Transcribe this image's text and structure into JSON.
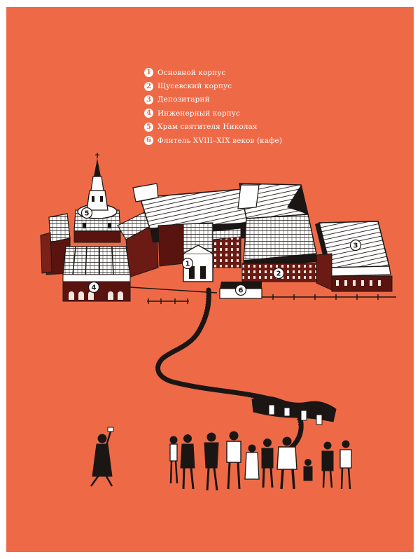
{
  "colors": {
    "background": "#ee6a47",
    "ink": "#1b1614",
    "building_dark": "#5a1410",
    "roof": "#ffffff"
  },
  "legend": {
    "items": [
      {
        "num": "1",
        "label": "Основной корпус"
      },
      {
        "num": "2",
        "label": "Щусевский корпус"
      },
      {
        "num": "3",
        "label": "Депозитарий"
      },
      {
        "num": "4",
        "label": "Инженерный корпус"
      },
      {
        "num": "5",
        "label": "Храм святителя Николая"
      },
      {
        "num": "6",
        "label": "Флитель XVIII–XIX веков (кафе)"
      }
    ]
  },
  "markers": [
    "1",
    "2",
    "3",
    "4",
    "5",
    "6"
  ]
}
